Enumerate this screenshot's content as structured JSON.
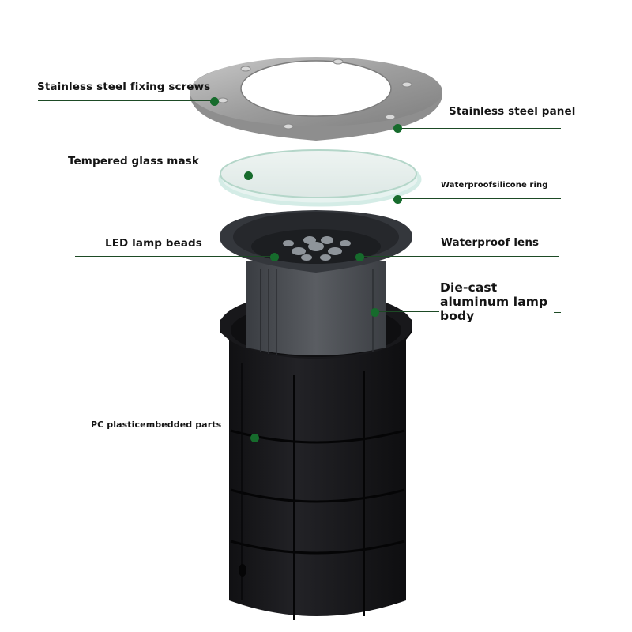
{
  "diagram": {
    "subject": "Exploded view of in-ground LED light",
    "accent_color": "#166b2c",
    "line_color": "#1d4a25",
    "callouts": [
      {
        "id": "fixing-screws",
        "label": "Stainless steel fixing screws",
        "side": "left"
      },
      {
        "id": "steel-panel",
        "label": "Stainless steel panel",
        "side": "right"
      },
      {
        "id": "glass-mask",
        "label": "Tempered glass mask",
        "side": "left"
      },
      {
        "id": "silicone-ring",
        "label": "Waterproofsilicone ring",
        "side": "right"
      },
      {
        "id": "led-beads",
        "label": "LED lamp beads",
        "side": "left"
      },
      {
        "id": "waterproof-lens",
        "label": "Waterproof lens",
        "side": "right"
      },
      {
        "id": "lamp-body",
        "label": "Die-cast aluminum lamp body",
        "side": "right"
      },
      {
        "id": "embedded-parts",
        "label": "PC plasticembedded parts",
        "side": "left"
      }
    ],
    "components": [
      {
        "name": "stainless-steel-ring-panel",
        "color": "#9a9a9a"
      },
      {
        "name": "tempered-glass",
        "color": "#dfeee9"
      },
      {
        "name": "aluminum-lamp-body",
        "color": "#4a4d52"
      },
      {
        "name": "pc-plastic-embedded-sleeve",
        "color": "#1a1a1e"
      }
    ]
  }
}
